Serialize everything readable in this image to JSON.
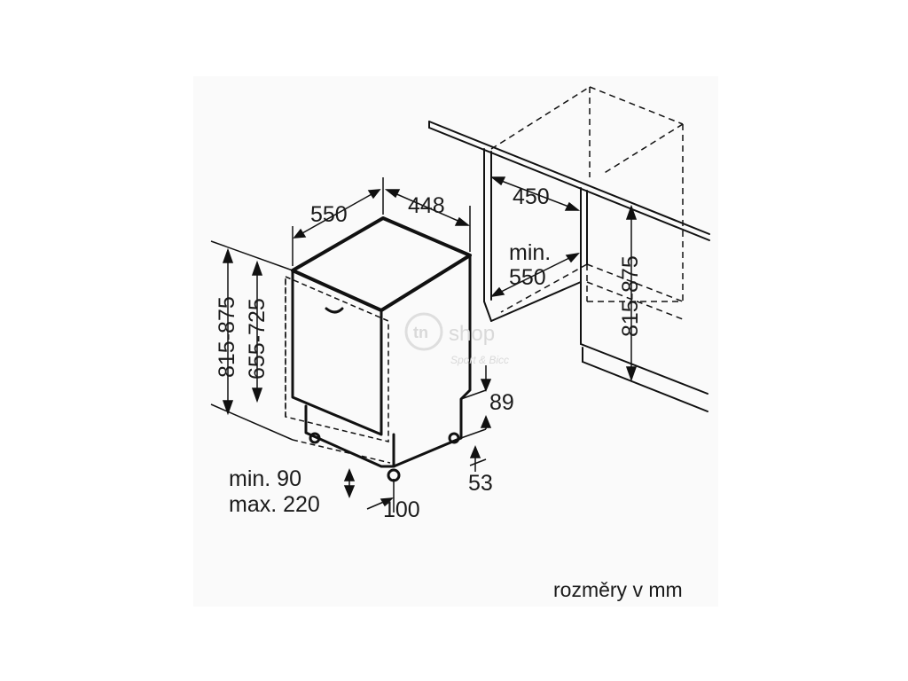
{
  "dimensions": {
    "depth": "550",
    "width": "448",
    "niche_width": "450",
    "niche_depth_line1": "min.",
    "niche_depth_line2": "550",
    "niche_height": "815-875",
    "total_height": "815-875",
    "body_height": "655-725",
    "plinth_line1": "min. 90",
    "plinth_line2": "max. 220",
    "leg_offset": "100",
    "toe_top": "89",
    "toe_bottom": "53"
  },
  "caption": "rozměry v mm",
  "watermark": {
    "logo": "tn",
    "brand": "shop",
    "sub": "Sport & Bicc"
  }
}
